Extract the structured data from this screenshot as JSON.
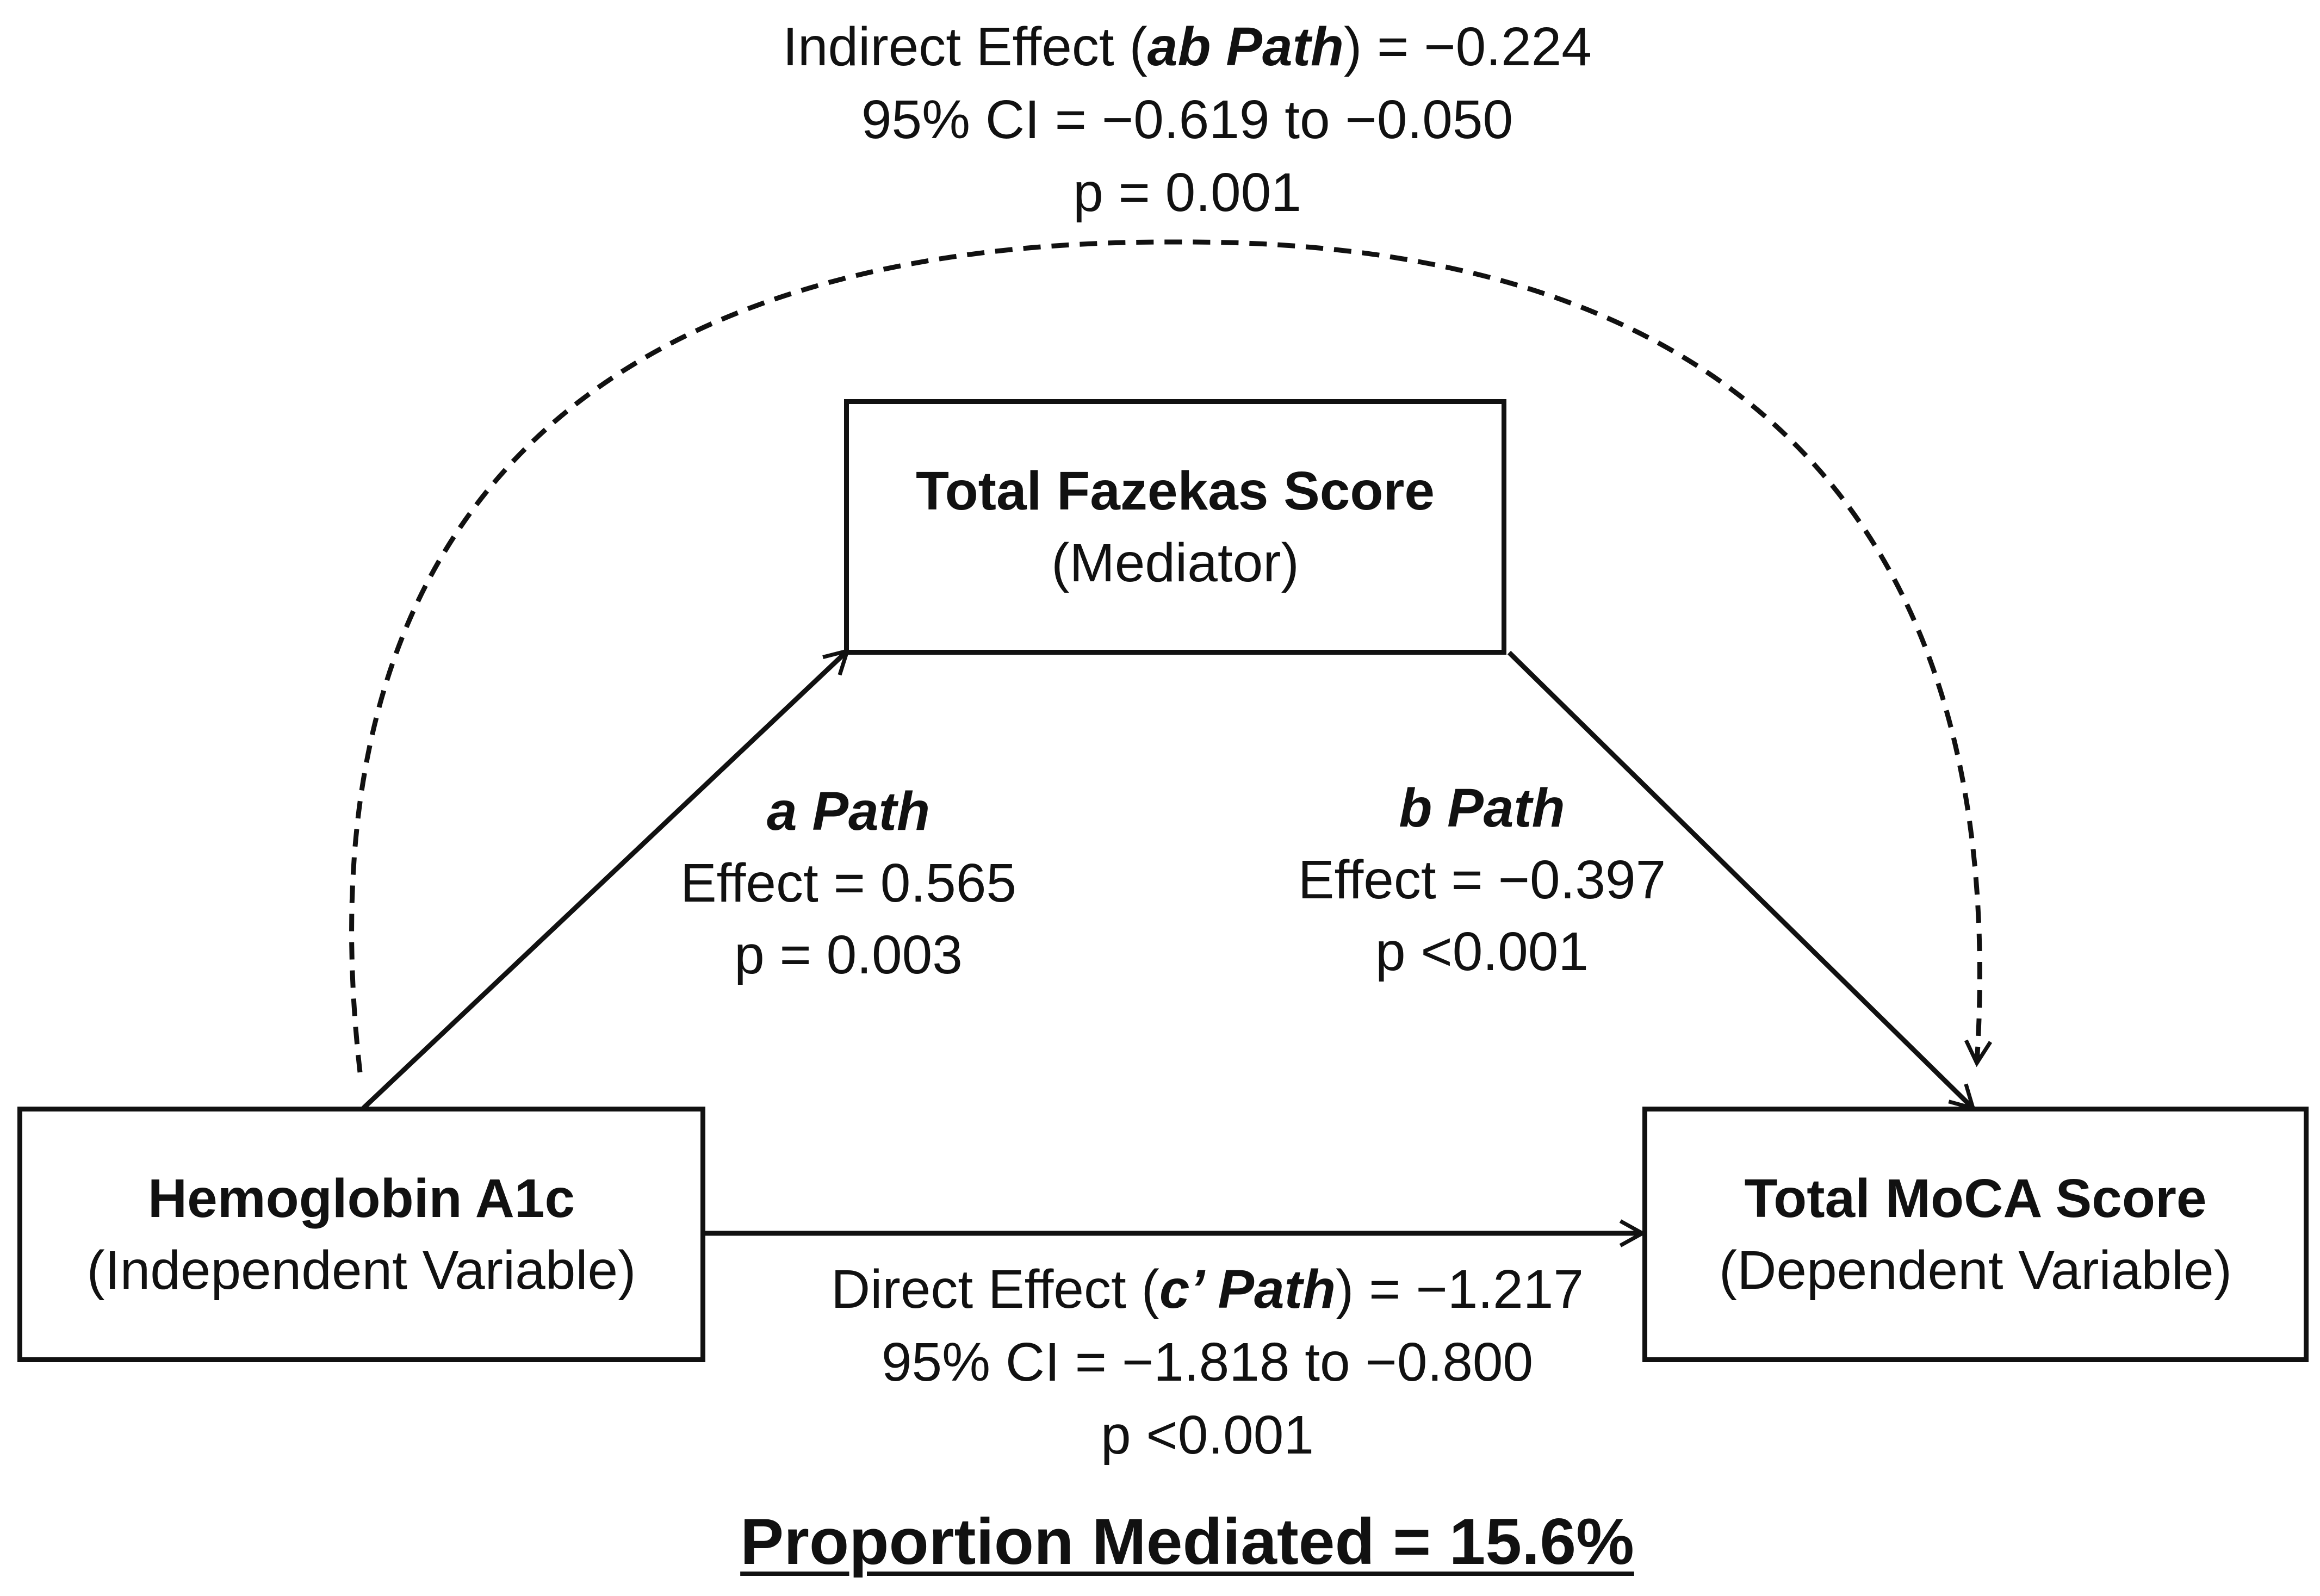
{
  "colors": {
    "ink": "#111111",
    "background": "#ffffff"
  },
  "nodes": {
    "mediator": {
      "name": "Total Fazekas Score",
      "role": "(Mediator)"
    },
    "independent": {
      "name": "Hemoglobin A1c",
      "role": "(Independent Variable)"
    },
    "dependent": {
      "name": "Total MoCA Score",
      "role": "(Dependent Variable)"
    }
  },
  "paths": {
    "indirect": {
      "label_prefix": "Indirect Effect (",
      "label_path": "ab Path",
      "label_suffix": ") = −0.224",
      "ci": "95% CI = −0.619 to −0.050",
      "p": "p = 0.001",
      "style": "dashed"
    },
    "a": {
      "title": "a Path",
      "effect": "Effect = 0.565",
      "p": "p = 0.003"
    },
    "b": {
      "title": "b Path",
      "effect": "Effect = −0.397",
      "p": "p <0.001"
    },
    "direct": {
      "label_prefix": "Direct Effect (",
      "label_path": "c’ Path",
      "label_suffix": ") = −1.217",
      "ci": "95% CI = −1.818 to −0.800",
      "p": "p <0.001"
    }
  },
  "proportion_mediated": "Proportion Mediated = 15.6%"
}
